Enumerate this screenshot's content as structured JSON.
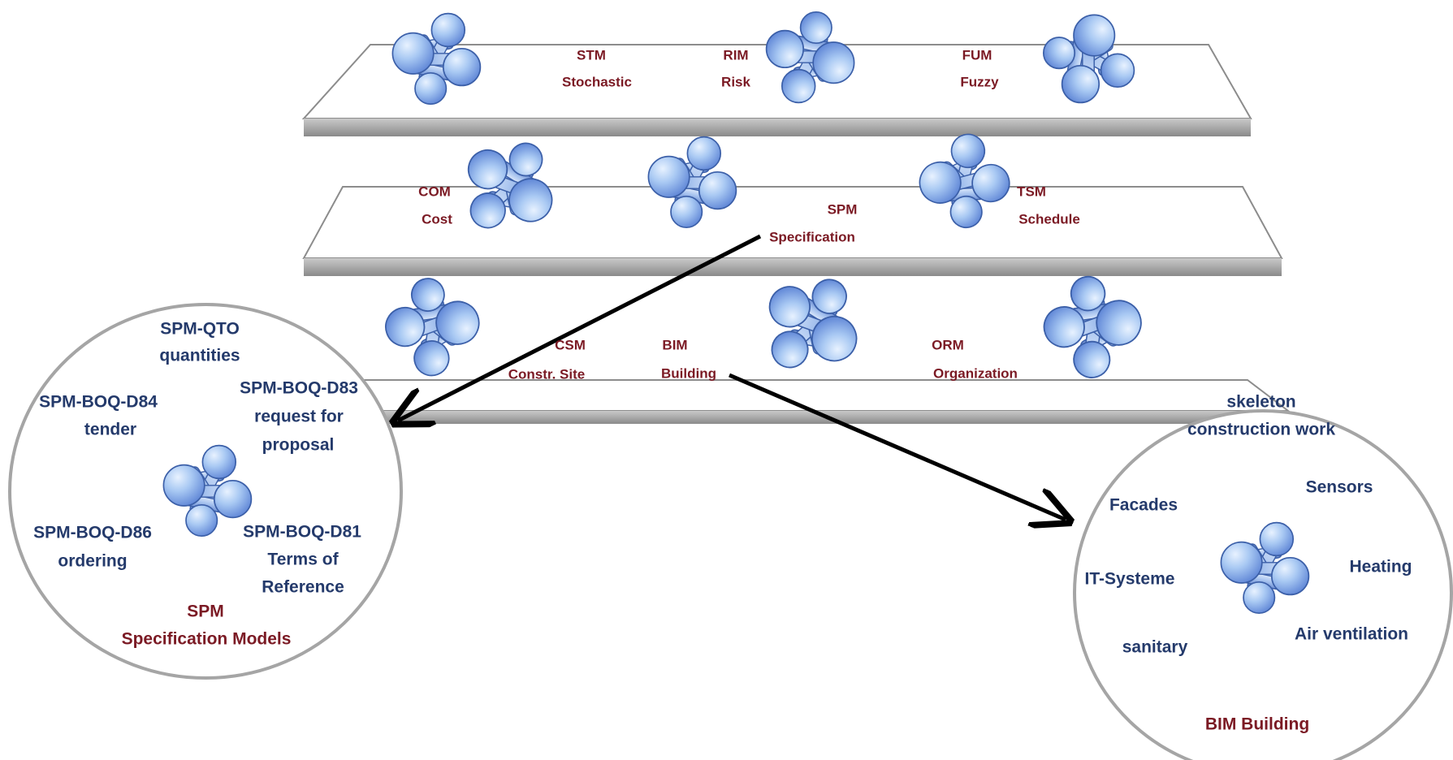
{
  "colors": {
    "layer_label": "#7b1a24",
    "detail_label": "#243a6b",
    "molecule_fill": "#9fc3f2",
    "arrow": "#000000"
  },
  "layers": {
    "top": [
      {
        "code": "STM",
        "name": "Stochastic"
      },
      {
        "code": "RIM",
        "name": "Risk"
      },
      {
        "code": "FUM",
        "name": "Fuzzy"
      }
    ],
    "middle": [
      {
        "code": "COM",
        "name": "Cost"
      },
      {
        "code": "SPM",
        "name": "Specification"
      },
      {
        "code": "TSM",
        "name": "Schedule"
      }
    ],
    "bottom": [
      {
        "code": "CSM",
        "name": "Constr. Site"
      },
      {
        "code": "BIM",
        "name": "Building"
      },
      {
        "code": "ORM",
        "name": "Organization"
      }
    ]
  },
  "spm_circle": {
    "qto": [
      "SPM-QTO",
      "quantities"
    ],
    "d84": [
      "SPM-BOQ-D84",
      "tender"
    ],
    "d83": [
      "SPM-BOQ-D83",
      "request for",
      "proposal"
    ],
    "d86": [
      "SPM-BOQ-D86",
      "ordering"
    ],
    "d81": [
      "SPM-BOQ-D81",
      "Terms of",
      "Reference"
    ],
    "title": [
      "SPM",
      "Specification Models"
    ]
  },
  "bim_circle": {
    "skeleton": [
      "skeleton",
      "construction work"
    ],
    "facades": "Facades",
    "sensors": "Sensors",
    "it": "IT-Systeme",
    "heating": "Heating",
    "sanitary": "sanitary",
    "air": "Air ventilation",
    "title": "BIM Building"
  }
}
